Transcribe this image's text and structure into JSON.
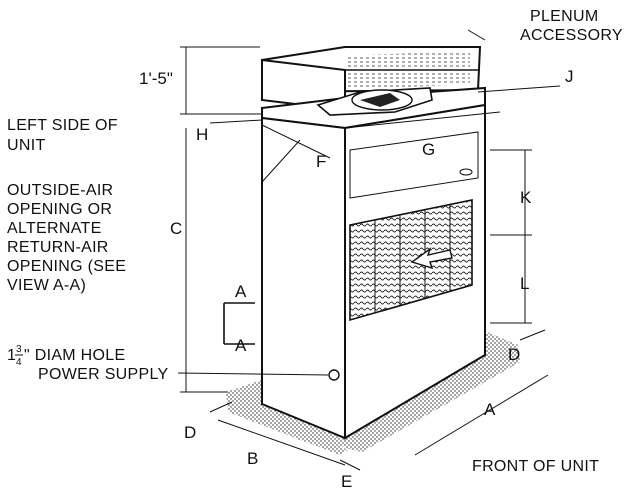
{
  "labels": {
    "plenum_1": "PLENUM",
    "plenum_2": "ACCESSORY",
    "left_side_1": "LEFT SIDE OF",
    "left_side_2": "UNIT",
    "outside_1": "OUTSIDE-AIR",
    "outside_2": "OPENING OR",
    "outside_3": "ALTERNATE",
    "outside_4": "RETURN-AIR",
    "outside_5": "OPENING (SEE",
    "outside_6": "VIEW A-A)",
    "hole_1_main": "1",
    "hole_1_num": "3",
    "hole_1_den": "4",
    "hole_1_rest": "\" DIAM HOLE",
    "hole_2": "POWER SUPPLY",
    "front": "FRONT OF UNIT",
    "height": "1'-5\""
  },
  "dimensions": {
    "A": "A",
    "B": "B",
    "C": "C",
    "D": "D",
    "E": "E",
    "F": "F",
    "G": "G",
    "H": "H",
    "J": "J",
    "K": "K",
    "L": "L",
    "section_top": "A",
    "section_bottom": "A"
  }
}
